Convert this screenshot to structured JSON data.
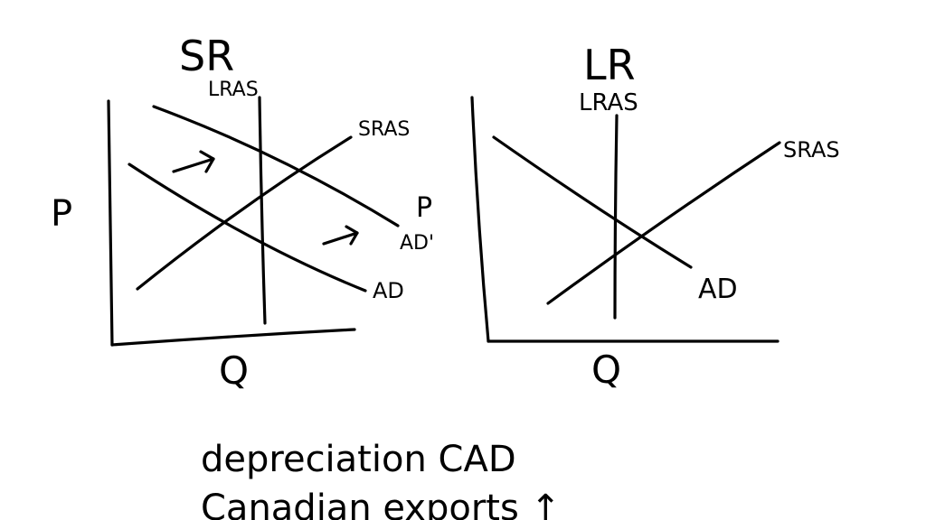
{
  "colors": {
    "ink": "#000000",
    "background": "#ffffff"
  },
  "sr": {
    "title": "SR",
    "lras_label": "LRAS",
    "sras_label": "SRAS",
    "ad_label": "AD",
    "ad2_label": "AD'",
    "p_label": "P",
    "y_axis_label": "P",
    "x_axis_label": "Q"
  },
  "lr": {
    "title": "LR",
    "lras_label": "LRAS",
    "sras_label": "SRAS",
    "ad_label": "AD",
    "x_axis_label": "Q"
  },
  "notes": {
    "line1": "depreciation CAD",
    "line2": "Canadian exports ↑"
  }
}
